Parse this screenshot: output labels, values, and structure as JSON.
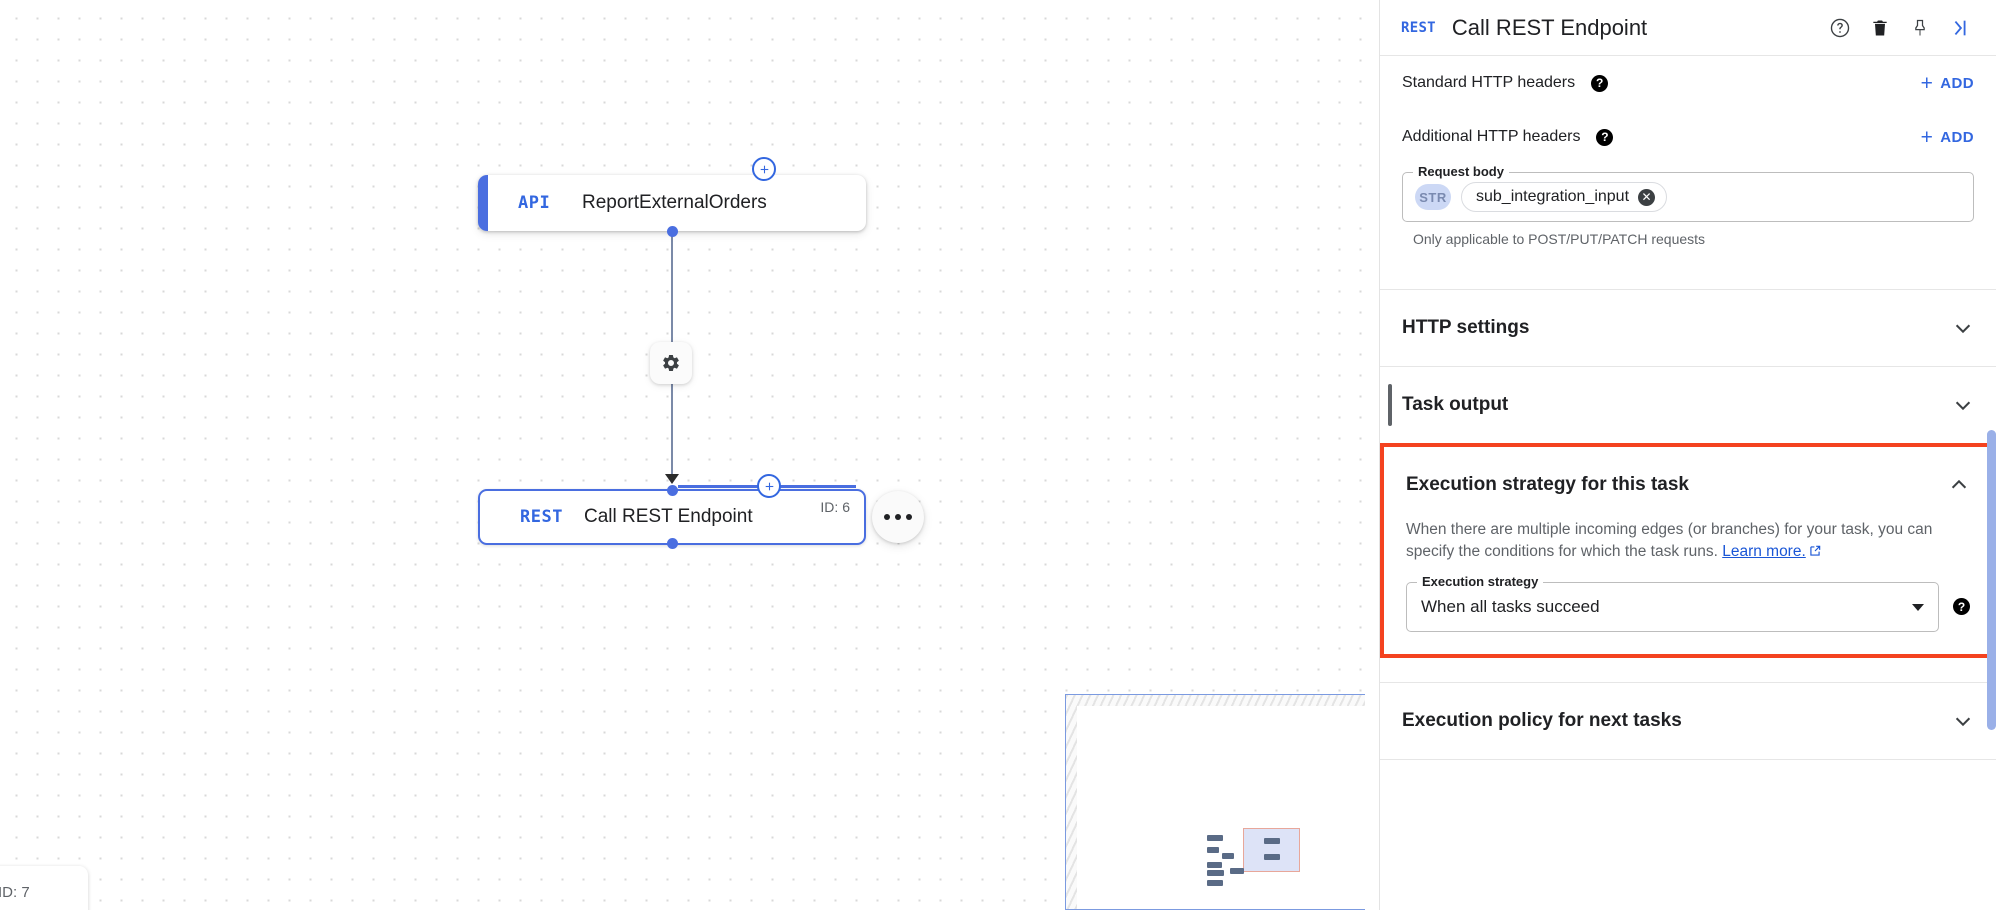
{
  "canvas": {
    "nodes": [
      {
        "tag": "API",
        "title": "ReportExternalOrders",
        "id_label": ""
      },
      {
        "tag": "REST",
        "title": "Call REST Endpoint",
        "id_label": "ID: 6"
      }
    ],
    "ghost_node_id": "ID: 7",
    "edge_gear_icon": "gear-icon",
    "add_node_icon": "plus-circle-icon",
    "more_options_icon": "more-horizontal-icon"
  },
  "panel": {
    "header": {
      "tag": "REST",
      "title": "Call REST Endpoint",
      "help_icon": "help-circle-icon",
      "delete_icon": "trash-icon",
      "pin_icon": "pin-icon",
      "collapse_icon": "collapse-right-icon"
    },
    "standard_headers": {
      "label": "Standard HTTP headers",
      "add_label": "ADD",
      "add_plus": "+"
    },
    "additional_headers": {
      "label": "Additional HTTP headers",
      "add_label": "ADD",
      "add_plus": "+"
    },
    "request_body": {
      "legend": "Request body",
      "type_chip": "STR",
      "value": "sub_integration_input",
      "remove_icon": "✕",
      "helper": "Only applicable to POST/PUT/PATCH requests"
    },
    "sections": [
      {
        "title": "HTTP settings",
        "state": "collapsed"
      },
      {
        "title": "Task output",
        "state": "collapsed"
      },
      {
        "title": "Execution policy for next tasks",
        "state": "collapsed"
      }
    ],
    "execution_strategy": {
      "title": "Execution strategy for this task",
      "state": "expanded",
      "description": "When there are multiple incoming edges (or branches) for your task, you can specify the conditions for which the task runs.",
      "link_text": "Learn more.",
      "field_legend": "Execution strategy",
      "selected_value": "When all tasks succeed",
      "help_icon": "help-circle-icon",
      "highlight_color": "#f4421f"
    }
  },
  "colors": {
    "accent_blue": "#3367e0",
    "node_blue": "#4a6ee0",
    "highlight_red": "#f4421f",
    "text_primary": "#202124",
    "text_secondary": "#5f6368"
  }
}
